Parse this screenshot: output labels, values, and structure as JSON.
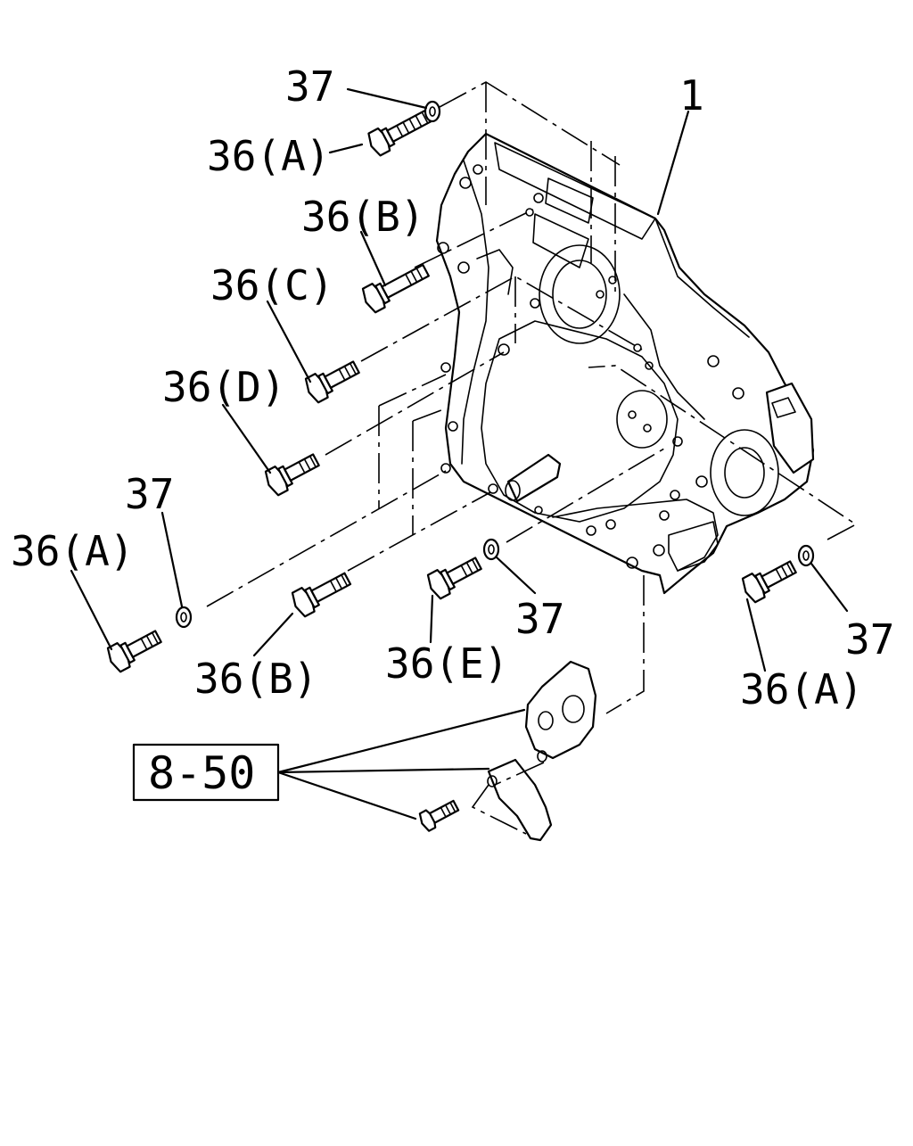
{
  "labels": {
    "washer_top": "37",
    "housing": "1",
    "bolt_top_a": "36(A)",
    "bolt_top_b": "36(B)",
    "bolt_c": "36(C)",
    "bolt_d": "36(D)",
    "washer_left": "37",
    "bolt_left_a": "36(A)",
    "bolt_bottom_b": "36(B)",
    "bolt_e": "36(E)",
    "washer_mid": "37",
    "bolt_right_a": "36(A)",
    "washer_right": "37",
    "ref_box": "8-50"
  }
}
